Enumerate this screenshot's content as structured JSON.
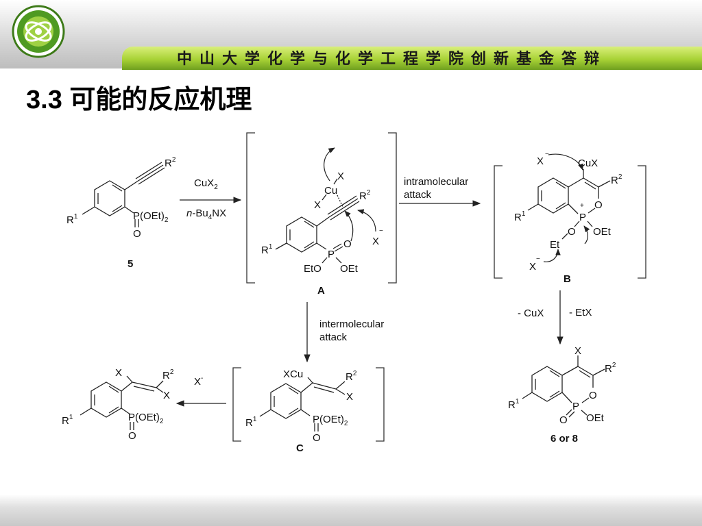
{
  "header": {
    "banner_text": "中山大学化学与化学工程学院创新基金答辩",
    "logo_icon": "university-logo-icon"
  },
  "slide": {
    "title_number": "3.3",
    "title_text": "可能的反应机理"
  },
  "scheme": {
    "start": {
      "r2": "R",
      "r2_sup": "2",
      "r1": "R",
      "r1_sup": "1",
      "phosphonate": "P(OEt)",
      "phosphonate_sub": "2",
      "oxo": "O",
      "number": "5"
    },
    "reagents": {
      "cu": "CuX",
      "cu_sub": "2",
      "amm_pre": "n",
      "amm_mid": "-Bu",
      "amm_sub": "4",
      "amm_post": "NX"
    },
    "A": {
      "x_top": "X",
      "cu": "Cu",
      "x_left": "X",
      "r2": "R",
      "r2_sup": "2",
      "r1": "R",
      "r1_sup": "1",
      "x_minus": "X",
      "minus": "−",
      "p": "P",
      "o": "O",
      "eto": "EtO",
      "oet": "OEt",
      "label": "A"
    },
    "intramolecular": {
      "line1": "intramolecular",
      "line2": "attack"
    },
    "B": {
      "x_minus": "X",
      "minus": "−",
      "cux": "CuX",
      "r2": "R",
      "r2_sup": "2",
      "r1": "R",
      "r1_sup": "1",
      "plus": "+",
      "p": "P",
      "o_ring": "O",
      "o": "O",
      "oet": "OEt",
      "et": "Et",
      "x2": "X",
      "minus2": "−",
      "label": "B"
    },
    "elimination": {
      "left": "- CuX",
      "right": "- EtX"
    },
    "product": {
      "x": "X",
      "r2": "R",
      "r2_sup": "2",
      "r1": "R",
      "r1_sup": "1",
      "p": "P",
      "o_ring": "O",
      "o": "O",
      "oet": "OEt",
      "label": "6 or 8"
    },
    "intermolecular": {
      "line1": "intermolecular",
      "line2": "attack"
    },
    "C": {
      "xcu": "XCu",
      "r2": "R",
      "r2_sup": "2",
      "x": "X",
      "r1": "R",
      "r1_sup": "1",
      "phosphonate": "P(OEt)",
      "phosphonate_sub": "2",
      "oxo": "O",
      "label": "C"
    },
    "x_minus_reagent": {
      "x": "X",
      "minus": "-"
    },
    "final": {
      "x_top": "X",
      "r2": "R",
      "r2_sup": "2",
      "x_right": "X",
      "r1": "R",
      "r1_sup": "1",
      "phosphonate": "P(OEt)",
      "phosphonate_sub": "2",
      "oxo": "O"
    }
  }
}
